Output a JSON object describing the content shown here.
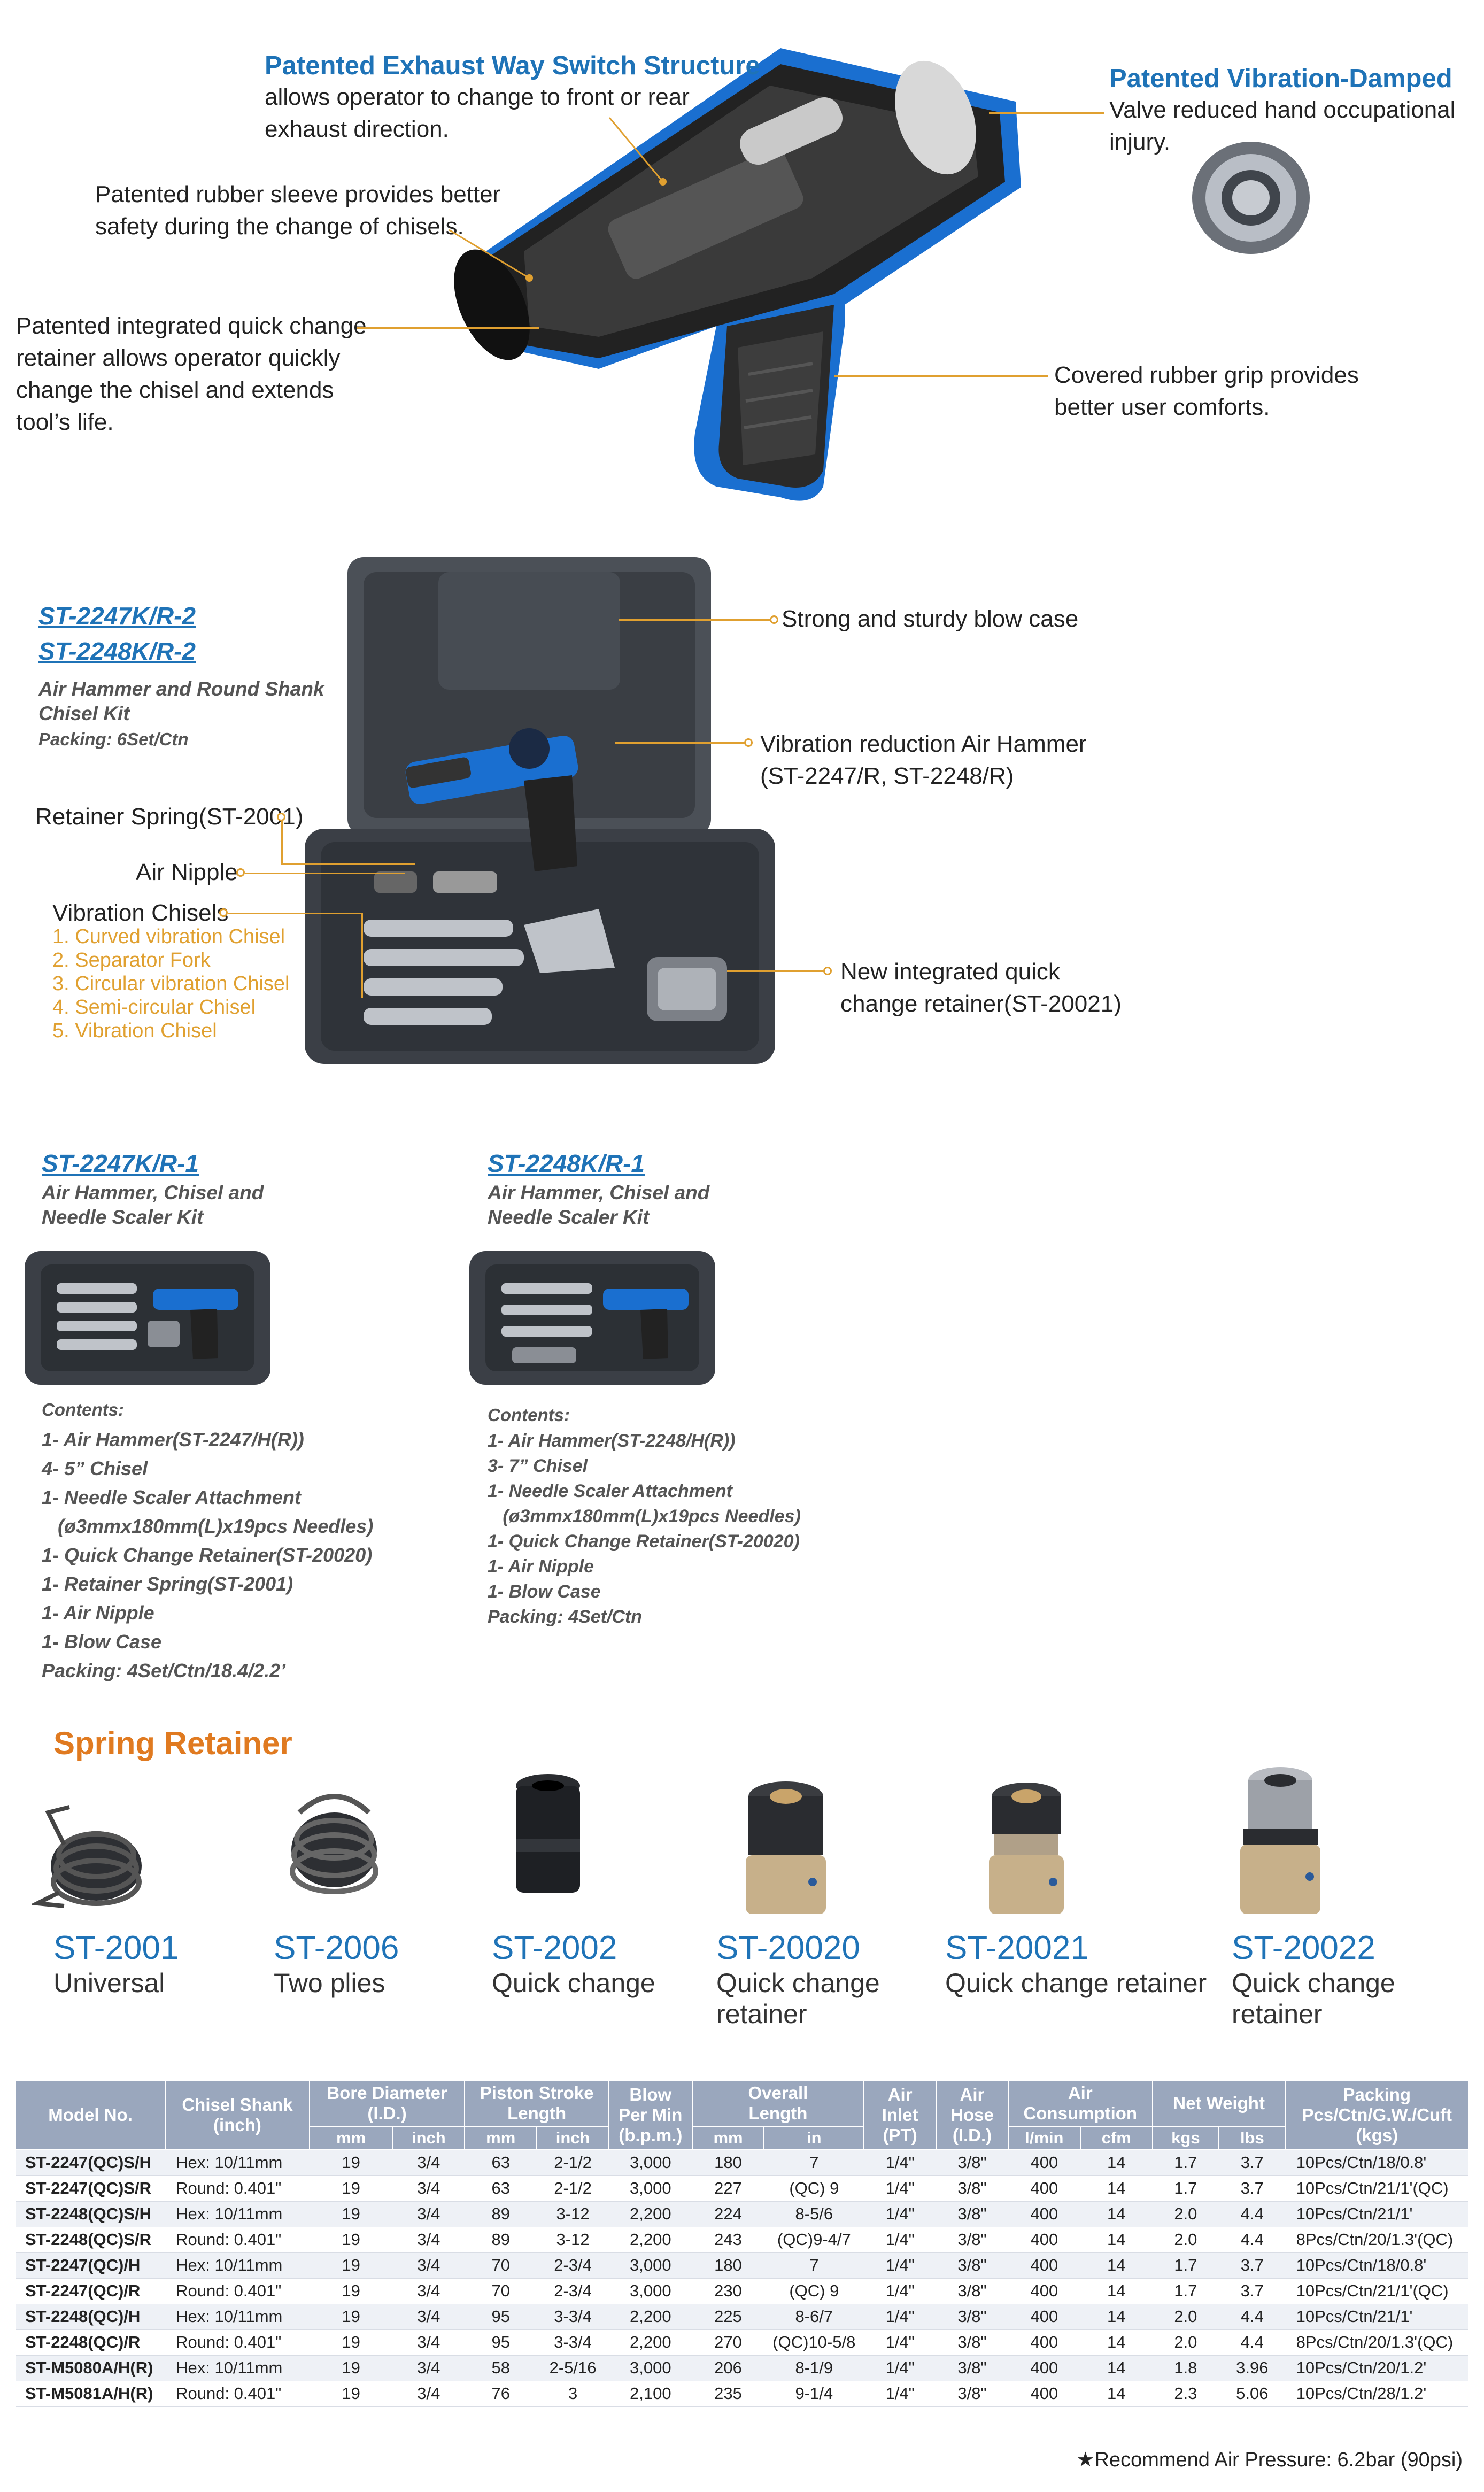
{
  "hammer_features": {
    "exhaust_title": "Patented Exhaust Way Switch Structure",
    "exhaust_text_1": "allows operator to change to front or rear",
    "exhaust_text_2": "exhaust direction.",
    "vibration_title": "Patented Vibration-Damped",
    "vibration_text_1": "Valve reduced hand occupational",
    "vibration_text_2": "injury.",
    "sleeve_text_1": "Patented rubber sleeve provides better",
    "sleeve_text_2": "safety during the change of chisels.",
    "retainer_text_1": "Patented integrated quick change",
    "retainer_text_2": "retainer allows operator quickly",
    "retainer_text_3": "change the chisel and extends",
    "retainer_text_4": "tool’s life.",
    "grip_text_1": "Covered rubber grip provides",
    "grip_text_2": "better user comforts."
  },
  "kit_r2": {
    "code_1": "ST-2247K/R-2",
    "code_2": "ST-2248K/R-2",
    "desc_1": "Air Hammer and Round Shank",
    "desc_2": "Chisel Kit",
    "packing": "Packing: 6Set/Ctn",
    "case_label": "Strong and sturdy blow case",
    "hammer_label_1": "Vibration reduction Air Hammer",
    "hammer_label_2": "(ST-2247/R, ST-2248/R)",
    "spring_label": "Retainer Spring(ST-2001)",
    "nipple_label": "Air Nipple",
    "chisels_label": "Vibration Chisels",
    "chisels": [
      "1. Curved vibration Chisel",
      "2. Separator Fork",
      "3. Circular vibration Chisel",
      "4. Semi-circular Chisel",
      "5. Vibration Chisel"
    ],
    "new_retainer_1": "New integrated quick",
    "new_retainer_2": "change retainer(ST-20021)"
  },
  "kit_r1_2247": {
    "code": "ST-2247K/R-1",
    "desc_1": "Air Hammer, Chisel and",
    "desc_2": "Needle Scaler Kit",
    "contents_title": "Contents:",
    "contents": [
      "1- Air Hammer(ST-2247/H(R))",
      "4- 5” Chisel",
      "1- Needle Scaler Attachment",
      "   (ø3mmx180mm(L)x19pcs Needles)",
      "1- Quick Change Retainer(ST-20020)",
      "1- Retainer Spring(ST-2001)",
      "1- Air Nipple",
      "1- Blow Case",
      "Packing: 4Set/Ctn/18.4/2.2’"
    ]
  },
  "kit_r1_2248": {
    "code": "ST-2248K/R-1",
    "desc_1": "Air Hammer, Chisel and",
    "desc_2": "Needle Scaler Kit",
    "contents_title": "Contents:",
    "contents": [
      "1- Air Hammer(ST-2248/H(R))",
      "3- 7” Chisel",
      "1- Needle Scaler Attachment",
      "   (ø3mmx180mm(L)x19pcs Needles)",
      "1- Quick Change Retainer(ST-20020)",
      "1- Air Nipple",
      "1- Blow Case",
      "Packing: 4Set/Ctn"
    ]
  },
  "spring_retainer": {
    "title": "Spring Retainer",
    "items": [
      {
        "code": "ST-2001",
        "desc_1": "Universal",
        "desc_2": ""
      },
      {
        "code": "ST-2006",
        "desc_1": "Two plies",
        "desc_2": ""
      },
      {
        "code": "ST-2002",
        "desc_1": "Quick change",
        "desc_2": ""
      },
      {
        "code": "ST-20020",
        "desc_1": "Quick change",
        "desc_2": "retainer"
      },
      {
        "code": "ST-20021",
        "desc_1": "Quick change retainer",
        "desc_2": ""
      },
      {
        "code": "ST-20022",
        "desc_1": "Quick change retainer",
        "desc_2": ""
      }
    ]
  },
  "spec_table": {
    "headers": {
      "model": "Model No.",
      "shank_1": "Chisel Shank",
      "shank_2": "(inch)",
      "bore_1": "Bore Diameter",
      "bore_2": "(I.D.)",
      "piston_1": "Piston Stroke",
      "piston_2": "Length",
      "blow_1": "Blow",
      "blow_2": "Per Min",
      "blow_3": "(b.p.m.)",
      "overall_1": "Overall",
      "overall_2": "Length",
      "inlet_1": "Air",
      "inlet_2": "Inlet",
      "inlet_3": "(PT)",
      "hose_1": "Air",
      "hose_2": "Hose",
      "hose_3": "(I.D.)",
      "consumption_1": "Air",
      "consumption_2": "Consumption",
      "weight": "Net Weight",
      "packing_1": "Packing",
      "packing_2": "Pcs/Ctn/G.W./Cuft",
      "packing_3": "(kgs)",
      "mm": "mm",
      "inch": "inch",
      "in": "in",
      "lmin": "l/min",
      "cfm": "cfm",
      "kgs": "kgs",
      "lbs": "lbs"
    },
    "rows": [
      [
        "ST-2247(QC)S/H",
        "Hex: 10/11mm",
        "19",
        "3/4",
        "63",
        "2-1/2",
        "3,000",
        "180",
        "7",
        "1/4\"",
        "3/8\"",
        "400",
        "14",
        "1.7",
        "3.7",
        "10Pcs/Ctn/18/0.8'"
      ],
      [
        "ST-2247(QC)S/R",
        "Round: 0.401\"",
        "19",
        "3/4",
        "63",
        "2-1/2",
        "3,000",
        "227",
        "(QC)  9",
        "1/4\"",
        "3/8\"",
        "400",
        "14",
        "1.7",
        "3.7",
        "10Pcs/Ctn/21/1'(QC)"
      ],
      [
        "ST-2248(QC)S/H",
        "Hex: 10/11mm",
        "19",
        "3/4",
        "89",
        "3-12",
        "2,200",
        "224",
        "8-5/6",
        "1/4\"",
        "3/8\"",
        "400",
        "14",
        "2.0",
        "4.4",
        "10Pcs/Ctn/21/1'"
      ],
      [
        "ST-2248(QC)S/R",
        "Round: 0.401\"",
        "19",
        "3/4",
        "89",
        "3-12",
        "2,200",
        "243",
        "(QC)9-4/7",
        "1/4\"",
        "3/8\"",
        "400",
        "14",
        "2.0",
        "4.4",
        "8Pcs/Ctn/20/1.3'(QC)"
      ],
      [
        "ST-2247(QC)/H",
        "Hex: 10/11mm",
        "19",
        "3/4",
        "70",
        "2-3/4",
        "3,000",
        "180",
        "7",
        "1/4\"",
        "3/8\"",
        "400",
        "14",
        "1.7",
        "3.7",
        "10Pcs/Ctn/18/0.8'"
      ],
      [
        "ST-2247(QC)/R",
        "Round: 0.401\"",
        "19",
        "3/4",
        "70",
        "2-3/4",
        "3,000",
        "230",
        "(QC)  9",
        "1/4\"",
        "3/8\"",
        "400",
        "14",
        "1.7",
        "3.7",
        "10Pcs/Ctn/21/1'(QC)"
      ],
      [
        "ST-2248(QC)/H",
        "Hex: 10/11mm",
        "19",
        "3/4",
        "95",
        "3-3/4",
        "2,200",
        "225",
        "8-6/7",
        "1/4\"",
        "3/8\"",
        "400",
        "14",
        "2.0",
        "4.4",
        "10Pcs/Ctn/21/1'"
      ],
      [
        "ST-2248(QC)/R",
        "Round: 0.401\"",
        "19",
        "3/4",
        "95",
        "3-3/4",
        "2,200",
        "270",
        "(QC)10-5/8",
        "1/4\"",
        "3/8\"",
        "400",
        "14",
        "2.0",
        "4.4",
        "8Pcs/Ctn/20/1.3'(QC)"
      ],
      [
        "ST-M5080A/H(R)",
        "Hex: 10/11mm",
        "19",
        "3/4",
        "58",
        "2-5/16",
        "3,000",
        "206",
        "8-1/9",
        "1/4\"",
        "3/8\"",
        "400",
        "14",
        "1.8",
        "3.96",
        "10Pcs/Ctn/20/1.2'"
      ],
      [
        "ST-M5081A/H(R)",
        "Round: 0.401\"",
        "19",
        "3/4",
        "76",
        "3",
        "2,100",
        "235",
        "9-1/4",
        "1/4\"",
        "3/8\"",
        "400",
        "14",
        "2.3",
        "5.06",
        "10Pcs/Ctn/28/1.2'"
      ]
    ],
    "footnote": "★Recommend Air Pressure: 6.2bar (90psi)"
  },
  "colors": {
    "accent_blue": "#1f73b7",
    "orange": "#e0a030",
    "table_header": "#9aa7bd",
    "tool_blue": "#1a6fd0"
  }
}
